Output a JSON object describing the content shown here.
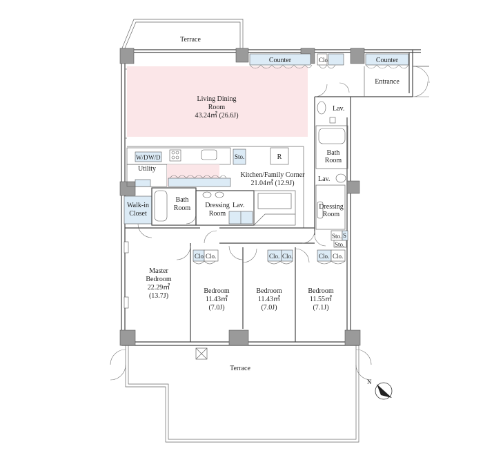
{
  "labels": {
    "terrace_top": "Terrace",
    "counter_left": "Counter",
    "counter_right": "Counter",
    "clo_top": "Clo.",
    "entrance": "Entrance",
    "lav_top": "Lav.",
    "living_1": "Living Dining",
    "living_2": "Room",
    "living_3": "43.24㎡ (26.6J)",
    "wd": "W/D",
    "wd2": "W/D",
    "utility": "Utility",
    "sto_kitchen": "Sto.",
    "r": "R",
    "kitchen_1": "Kitchen/Family Corner",
    "kitchen_2": "21.04㎡ (12.9J)",
    "bath_right_1": "Bath",
    "bath_right_2": "Room",
    "lav_right": "Lav.",
    "walkin_1": "Walk-in",
    "walkin_2": "Closet",
    "bath_mid_1": "Bath",
    "bath_mid_2": "Room",
    "dressing_mid_1": "Dressing",
    "dressing_mid_2": "Room",
    "lav_mid": "Lav.",
    "dressing_right_1": "Dressing",
    "dressing_right_2": "Room",
    "sto_r1": "Sto.",
    "sto_r2": "Sto.",
    "s_r": "S",
    "master_1": "Master",
    "master_2": "Bedroom",
    "master_3": "22.29㎡",
    "master_4": "(13.7J)",
    "clo_b1a": "Clo.",
    "clo_b1b": "Clo.",
    "clo_b2a": "Clo.",
    "clo_b2b": "Clo.",
    "clo_b3a": "Clo.",
    "clo_b3b": "Clo.",
    "bed1_1": "Bedroom",
    "bed1_2": "11.43㎡",
    "bed1_3": "(7.0J)",
    "bed2_1": "Bedroom",
    "bed2_2": "11.43㎡",
    "bed2_3": "(7.0J)",
    "bed3_1": "Bedroom",
    "bed3_2": "11.55㎡",
    "bed3_3": "(7.1J)",
    "terrace_bottom": "Terrace",
    "north": "N"
  },
  "colors": {
    "living_floor": "#fbe6e8",
    "counter_fill": "#dcebf6",
    "column_fill": "#9a9a9a"
  }
}
